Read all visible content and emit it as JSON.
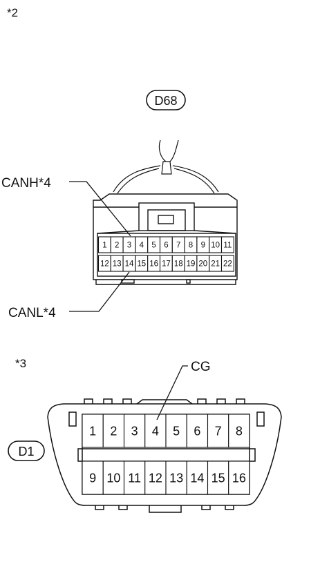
{
  "section2": {
    "marker": "*2",
    "connector_tag": "D68",
    "canh_label": "CANH*4",
    "canl_label": "CANL*4",
    "pins_top": [
      "1",
      "2",
      "3",
      "4",
      "5",
      "6",
      "7",
      "8",
      "9",
      "10",
      "11"
    ],
    "pins_bottom": [
      "12",
      "13",
      "14",
      "15",
      "16",
      "17",
      "18",
      "19",
      "20",
      "21",
      "22"
    ]
  },
  "section3": {
    "marker": "*3",
    "connector_tag": "D1",
    "cg_label": "CG",
    "pins_top": [
      "1",
      "2",
      "3",
      "4",
      "5",
      "6",
      "7",
      "8"
    ],
    "pins_bottom": [
      "9",
      "10",
      "11",
      "12",
      "13",
      "14",
      "15",
      "16"
    ]
  }
}
